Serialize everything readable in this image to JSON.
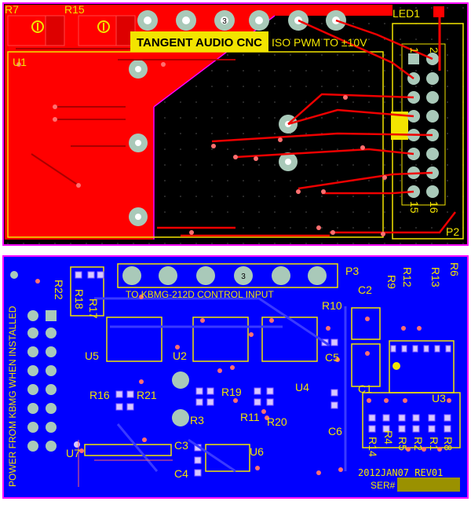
{
  "top_board": {
    "title_banner": "TANGENT AUDIO CNC",
    "subtitle": "ISO PWM TO ±10V",
    "ref_labels": {
      "r7": "R7",
      "r15": "R15",
      "u1": "U1",
      "led1": "LED1",
      "p2": "P2",
      "pin1": "1",
      "pin2": "2",
      "pin15": "15",
      "pin16": "16"
    },
    "header_pads": [
      "",
      "",
      "3",
      "",
      "",
      ""
    ],
    "colors": {
      "copper_top": "#ff0000",
      "board": "#000000",
      "silk": "#f2e400",
      "outline": "#ff00ff"
    }
  },
  "bottom_board": {
    "connector_caption": "TO KBMG-212D CONTROL INPUT",
    "power_caption": "POWER FROM KBMG WHEN INSTALLED",
    "date_rev": "2012JAN07  REV01",
    "serial_label": "SER#",
    "header_pads": [
      "",
      "",
      "",
      "3",
      "",
      ""
    ],
    "ref_labels": {
      "p3": "P3",
      "r22": "R22",
      "r18": "R18",
      "r17": "R17",
      "r10": "R10",
      "c2": "C2",
      "r9": "R9",
      "r12": "R12",
      "r13": "R13",
      "r6": "R6",
      "u5": "U5",
      "u2": "U2",
      "c5": "C5",
      "u4": "U4",
      "c1": "C1",
      "r16": "R16",
      "r21": "R21",
      "r19": "R19",
      "r3": "R3",
      "r11": "R11",
      "r20": "R20",
      "c6": "C6",
      "u3": "U3",
      "r14": "R14",
      "r4": "R4",
      "r5": "R5",
      "r2": "R2",
      "r1": "R1",
      "r8": "R8",
      "c3": "C3",
      "u6": "U6",
      "u7": "U7",
      "c4": "C4"
    },
    "colors": {
      "copper_bottom": "#0000ff",
      "silk": "#f2e400",
      "outline": "#ff00ff"
    }
  }
}
